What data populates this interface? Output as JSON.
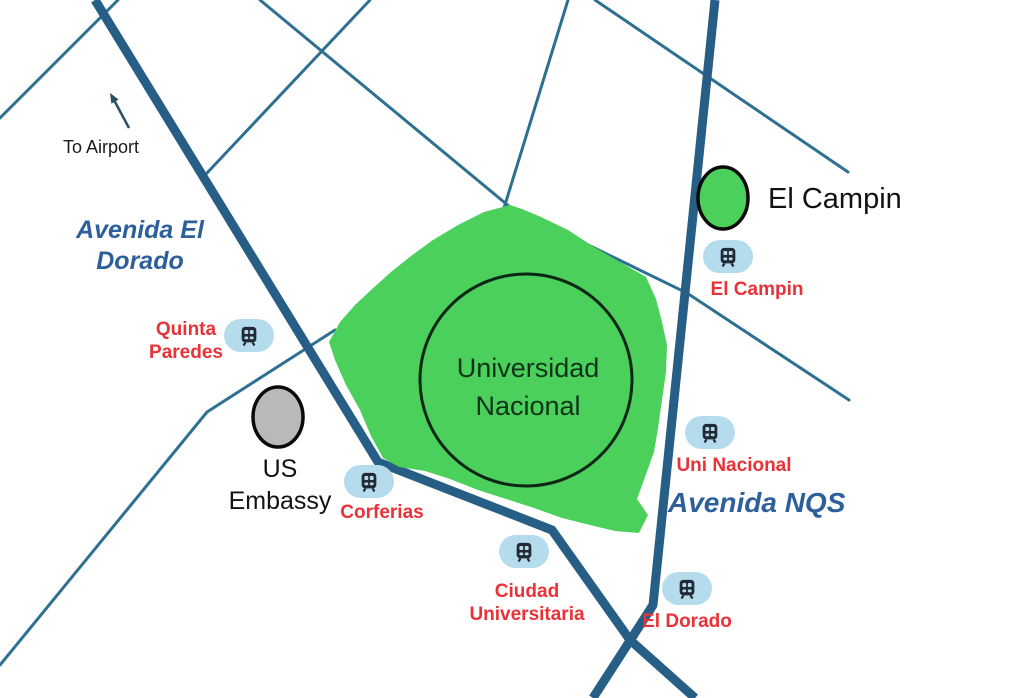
{
  "annotations": {
    "to_airport": "To Airport"
  },
  "roads": {
    "avenida_el_dorado": {
      "label_line1": "Avenida El",
      "label_line2": "Dorado"
    },
    "avenida_nqs": {
      "label": "Avenida NQS"
    }
  },
  "landmarks": {
    "universidad_nacional": {
      "label_line1": "Universidad",
      "label_line2": "Nacional"
    },
    "el_campin_stadium": {
      "label": "El Campin"
    },
    "us_embassy": {
      "label_line1": "US",
      "label_line2": "Embassy"
    }
  },
  "stations": {
    "quinta_paredes": {
      "label_line1": "Quinta",
      "label_line2": "Paredes"
    },
    "corferias": {
      "label": "Corferias"
    },
    "ciudad_universitaria": {
      "label_line1": "Ciudad",
      "label_line2": "Universitaria"
    },
    "el_dorado": {
      "label": "El Dorado"
    },
    "uni_nacional": {
      "label": "Uni Nacional"
    },
    "el_campin": {
      "label": "El Campin"
    }
  },
  "colors": {
    "major_road": "#275e85",
    "minor_road": "#2e7092",
    "park_green": "#4bd05c",
    "park_outline": "#0c2616",
    "station_pill_blue": "#b5dcec",
    "station_icon_dark": "#222a36",
    "station_label_red": "#e93137",
    "road_label_blue": "#2d5f9b",
    "embassy_gray": "#b9b9b9",
    "text_black": "#121212",
    "arrow_blue": "#2c4d66"
  }
}
